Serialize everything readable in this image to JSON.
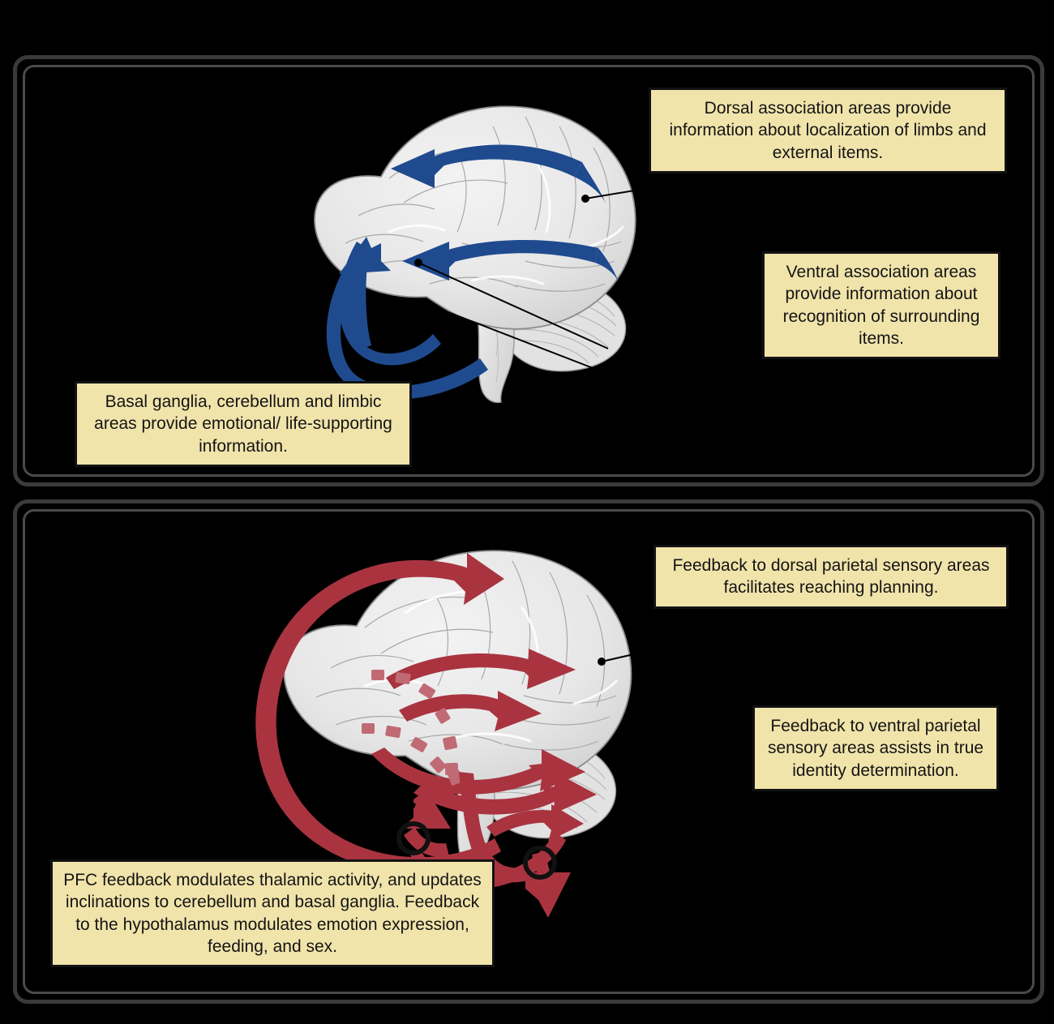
{
  "figure": {
    "background_color": "#000000",
    "panel_border_color": "#4a4a4a",
    "callout_fill_color": "#f1e4ab",
    "callout_border_color": "#121212",
    "feedforward_arrow_color": "#1f4b8e",
    "feedback_arrow_color": "#a93440",
    "brain_fill_color": "#e8e8e8",
    "brain_outline_color": "#8c8c8c",
    "leader_line_color": "#000000"
  },
  "panels": [
    {
      "id": "feedforward",
      "name": "feedforward-sensory-input-panel",
      "arrow_color": "#1f4b8e",
      "arrow_direction": "anterior (leftward, toward prefrontal cortex)",
      "callouts": [
        {
          "id": "dorsal-assoc",
          "text": "Dorsal association areas provide information about localization of limbs and external items."
        },
        {
          "id": "ventral-assoc",
          "text": "Ventral association areas provide information about recognition of surrounding items."
        },
        {
          "id": "basal-ganglia",
          "text": "Basal ganglia, cerebellum and limbic areas provide emotional/ life-supporting information."
        }
      ]
    },
    {
      "id": "feedback",
      "name": "prefrontal-feedback-panel",
      "arrow_color": "#a93440",
      "arrow_direction": "posterior (rightward, from prefrontal cortex)",
      "callouts": [
        {
          "id": "dorsal-feedback",
          "text": "Feedback to dorsal parietal sensory areas facilitates reaching planning."
        },
        {
          "id": "ventral-feedback",
          "text": "Feedback to ventral parietal sensory areas assists in true identity determination."
        },
        {
          "id": "pfc-feedback",
          "text": "PFC feedback modulates thalamic activity, and updates inclinations to cerebellum and basal ganglia. Feedback to the hypothalamus modulates emotion expression, feeding, and sex."
        }
      ]
    }
  ],
  "icons": {
    "leader_dot": "leader-line-dot",
    "circle_marker": "open-circle-marker",
    "arrow_head": "arrow-head"
  }
}
